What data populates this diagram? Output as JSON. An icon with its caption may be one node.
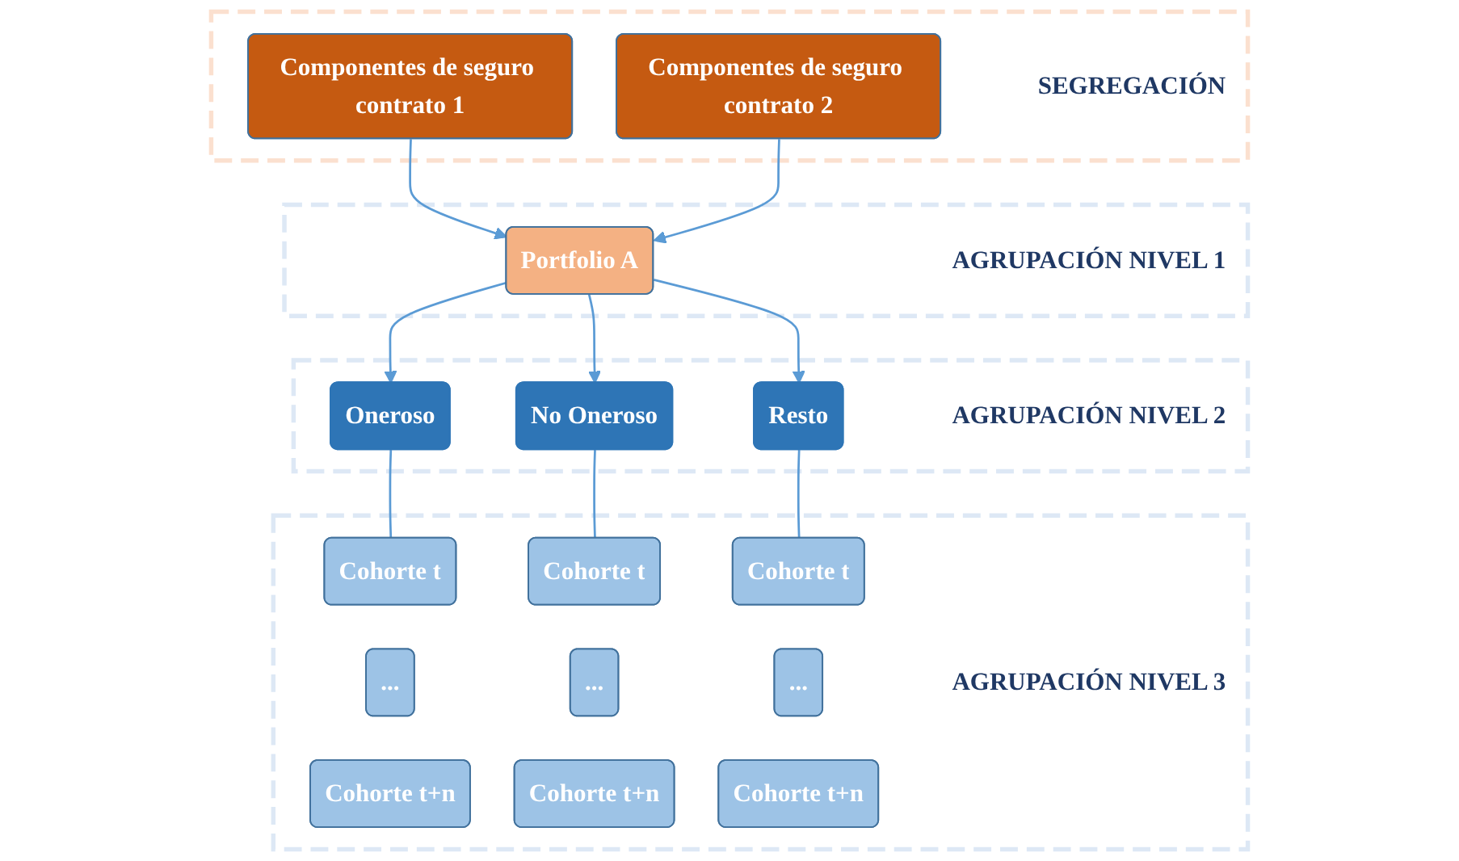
{
  "diagram": {
    "nodes": [
      {
        "text": [
          "SEGREGACIÓN"
        ]
      },
      {
        "text": [
          "Componentes de seguro contrato 1"
        ],
        "in": 0
      },
      {
        "text": [
          "Componentes de seguro contrato 2"
        ],
        "in": 0
      },
      {
        "text": [
          "AGRUPACIÓN NIVEL 1"
        ]
      },
      {
        "text": [
          "Portfolio A"
        ],
        "in": 3
      },
      {
        "text": [
          "AGRUPACIÓN NIVEL 2"
        ]
      },
      {
        "text": [
          "Oneroso"
        ],
        "in": 5
      },
      {
        "text": [
          "No Oneroso"
        ],
        "in": 5
      },
      {
        "text": [
          "Resto"
        ],
        "in": 5
      },
      {
        "text": [
          "AGRUPACIÓN NIVEL 3"
        ]
      },
      {
        "text": [
          "Cohorte t"
        ],
        "in": 9
      },
      {
        "text": [
          "..."
        ],
        "in": 9
      },
      {
        "text": [
          "Cohorte t+n"
        ],
        "in": 9
      },
      {
        "text": [
          "Cohorte t"
        ],
        "in": 9
      },
      {
        "text": [
          "..."
        ],
        "in": 9
      },
      {
        "text": [
          "Cohorte t+n"
        ],
        "in": 9
      },
      {
        "text": [
          "Cohorte t"
        ],
        "in": 9
      },
      {
        "text": [
          "..."
        ],
        "in": 9
      },
      {
        "text": [
          "Cohorte t+n"
        ],
        "in": 9
      }
    ],
    "edges": [
      {
        "from": 1,
        "to": 4,
        "arrow": "to"
      },
      {
        "from": 2,
        "to": 4,
        "arrow": "to"
      },
      {
        "from": 4,
        "to": 6,
        "arrow": "to"
      },
      {
        "from": 4,
        "to": 7,
        "arrow": "to"
      },
      {
        "from": 4,
        "to": 8,
        "arrow": "to"
      },
      {
        "from": 6,
        "to": 10,
        "arrow": "none"
      },
      {
        "from": 7,
        "to": 13,
        "arrow": "none"
      },
      {
        "from": 8,
        "to": 16,
        "arrow": "none"
      }
    ]
  }
}
